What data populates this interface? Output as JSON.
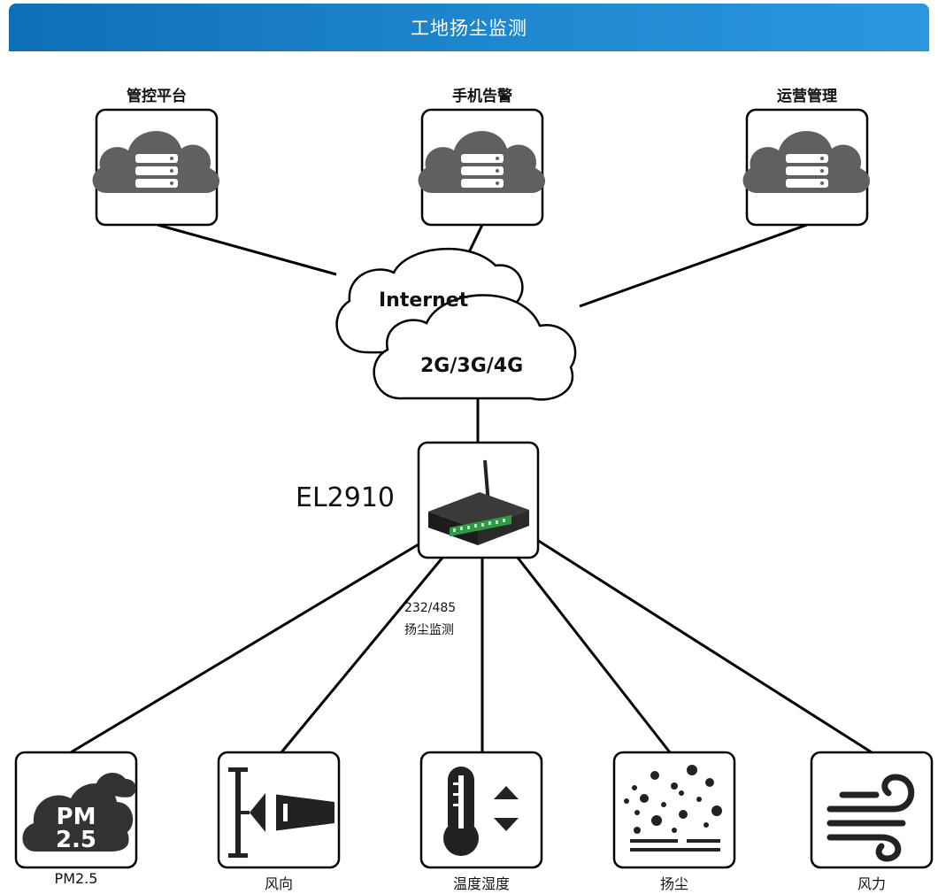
{
  "header": {
    "title": "工地扬尘监测"
  },
  "top_nodes": [
    {
      "label": "管控平台",
      "icon": "cloud-server-icon"
    },
    {
      "label": "手机告警",
      "icon": "cloud-server-icon"
    },
    {
      "label": "运营管理",
      "icon": "cloud-server-icon"
    }
  ],
  "network": {
    "internet_label": "Internet",
    "mobile_label": "2G/3G/4G"
  },
  "device": {
    "label": "EL2910",
    "icon": "gateway-device-icon"
  },
  "bus": {
    "line1": "232/485",
    "line2": "扬尘监测"
  },
  "sensors": [
    {
      "label": "PM2.5",
      "icon": "pm25-cloud-icon",
      "icon_line1": "PM",
      "icon_line2": "2.5"
    },
    {
      "label": "风向",
      "icon": "wind-vane-icon"
    },
    {
      "label": "温度湿度",
      "icon": "thermometer-icon"
    },
    {
      "label": "扬尘",
      "icon": "dust-particles-icon"
    },
    {
      "label": "风力",
      "icon": "wind-icon"
    }
  ]
}
